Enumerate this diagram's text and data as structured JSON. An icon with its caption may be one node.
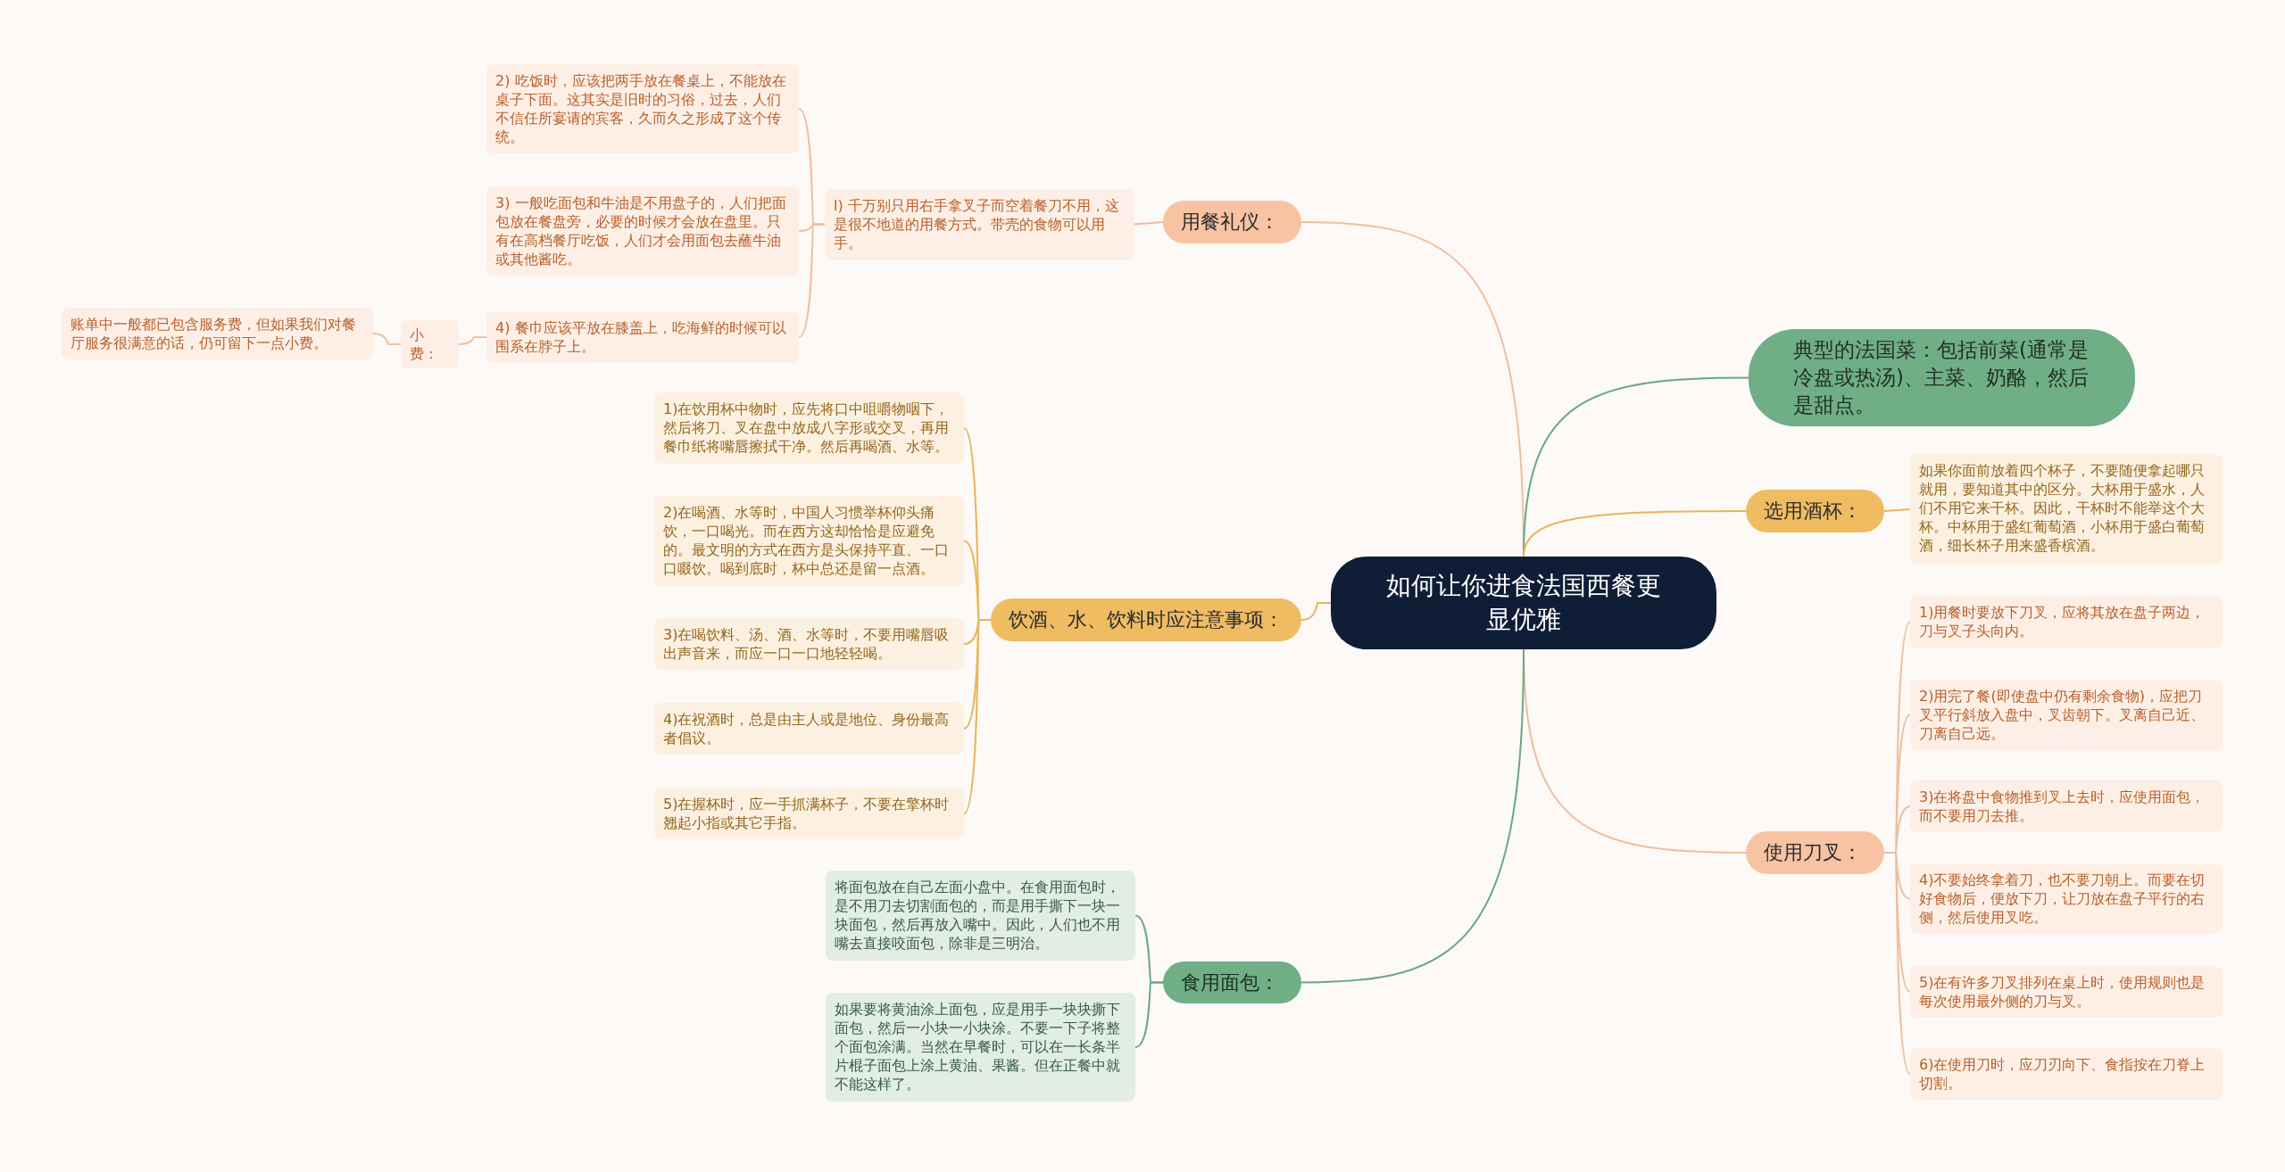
{
  "diagram": {
    "nodes": [
      {
        "text": [
          "如何让你进食法国西餐更显优雅"
        ]
      },
      {
        "text": [
          "用餐礼仪："
        ]
      },
      {
        "text": [
          "l) 千万别只用右手拿叉子而空着餐刀不用，这是很不地道的用餐方式。带壳的食物可以用手。"
        ]
      },
      {
        "text": [
          "2) 吃饭时，应该把两手放在餐桌上，不能放在桌子下面。这其实是旧时的习俗，过去，人们不信任所宴请的宾客，久而久之形成了这个传统。"
        ]
      },
      {
        "text": [
          "3) 一般吃面包和牛油是不用盘子的，人们把面包放在餐盘旁，必要的时候才会放在盘里。只有在高档餐厅吃饭，人们才会用面包去蘸牛油或其他酱吃。"
        ]
      },
      {
        "text": [
          "4) 餐巾应该平放在膝盖上，吃海鲜的时候可以围系在脖子上。"
        ]
      },
      {
        "text": [
          "小费："
        ]
      },
      {
        "text": [
          "账单中一般都已包含服务费，但如果我们对餐厅服务很满意的话，仍可留下一点小费。"
        ]
      },
      {
        "text": [
          "典型的法国菜：包括前菜(通常是冷盘或热汤)、主菜、奶酪，然后是甜点。"
        ]
      },
      {
        "text": [
          "选用酒杯："
        ]
      },
      {
        "text": [
          "如果你面前放着四个杯子，不要随便拿起哪只就用，要知道其中的区分。大杯用于盛水，人们不用它来干杯。因此，干杯时不能举这个大杯。中杯用于盛红葡萄酒，小杯用于盛白葡萄酒，细长杯子用来盛香槟酒。"
        ]
      },
      {
        "text": [
          "饮酒、水、饮料时应注意事项："
        ]
      },
      {
        "text": [
          "1)在饮用杯中物时，应先将口中咀嚼物咽下，然后将刀、叉在盘中放成八字形或交叉，再用餐巾纸将嘴唇擦拭干净。然后再喝酒、水等。"
        ]
      },
      {
        "text": [
          "2)在喝酒、水等时，中国人习惯举杯仰头痛饮，一口喝光。而在西方这却恰恰是应避免的。最文明的方式在西方是头保持平直、一口口啜饮。喝到底时，杯中总还是留一点酒。"
        ]
      },
      {
        "text": [
          "3)在喝饮料、汤、酒、水等时，不要用嘴唇吸出声音来，而应一口一口地轻轻喝。"
        ]
      },
      {
        "text": [
          "4)在祝酒时，总是由主人或是地位、身份最高者倡议。"
        ]
      },
      {
        "text": [
          "5)在握杯时，应一手抓满杯子，不要在擎杯时翘起小指或其它手指。"
        ]
      },
      {
        "text": [
          "使用刀叉："
        ]
      },
      {
        "text": [
          "1)用餐时要放下刀叉，应将其放在盘子两边，刀与叉子头向内。"
        ]
      },
      {
        "text": [
          "2)用完了餐(即使盘中仍有剩余食物)，应把刀叉平行斜放入盘中，叉齿朝下。叉离自己近、刀离自己远。"
        ]
      },
      {
        "text": [
          "3)在将盘中食物推到叉上去时，应使用面包，而不要用刀去推。"
        ]
      },
      {
        "text": [
          "4)不要始终拿着刀，也不要刀朝上。而要在切好食物后，便放下刀，让刀放在盘子平行的右侧，然后使用叉吃。"
        ]
      },
      {
        "text": [
          "5)在有许多刀叉排列在桌上时，使用规则也是每次使用最外侧的刀与叉。"
        ]
      },
      {
        "text": [
          "6)在使用刀时，应刀刃向下、食指按在刀脊上切割。"
        ]
      },
      {
        "text": [
          "食用面包："
        ]
      },
      {
        "text": [
          "将面包放在自己左面小盘中。在食用面包时，是不用刀去切割面包的，而是用手撕下一块一块面包，然后再放入嘴中。因此，人们也不用嘴去直接咬面包，除非是三明治。"
        ]
      },
      {
        "text": [
          "如果要将黄油涂上面包，应是用手一块块撕下面包，然后一小块一小块涂。不要一下子将整个面包涂满。当然在早餐时，可以在一长条半片棍子面包上涂上黄油、果酱。但在正餐中就不能这样了。"
        ]
      }
    ],
    "edges": [
      {
        "from": 0,
        "to": 1,
        "arrow": "none"
      },
      {
        "from": 1,
        "to": 2,
        "arrow": "none"
      },
      {
        "from": 2,
        "to": 3,
        "arrow": "none"
      },
      {
        "from": 2,
        "to": 4,
        "arrow": "none"
      },
      {
        "from": 2,
        "to": 5,
        "arrow": "none"
      },
      {
        "from": 5,
        "to": 6,
        "arrow": "none"
      },
      {
        "from": 6,
        "to": 7,
        "arrow": "none"
      },
      {
        "from": 0,
        "to": 8,
        "arrow": "none",
        "color": "#6aa882"
      },
      {
        "from": 0,
        "to": 9,
        "arrow": "none",
        "color": "#e8b55a"
      },
      {
        "from": 9,
        "to": 10,
        "arrow": "none",
        "color": "#e8b55a"
      },
      {
        "from": 0,
        "to": 11,
        "arrow": "none",
        "color": "#e8b55a"
      },
      {
        "from": 11,
        "to": 12,
        "arrow": "none",
        "color": "#e8b55a"
      },
      {
        "from": 11,
        "to": 13,
        "arrow": "none",
        "color": "#e8b55a"
      },
      {
        "from": 11,
        "to": 14,
        "arrow": "none",
        "color": "#e8b55a"
      },
      {
        "from": 11,
        "to": 15,
        "arrow": "none",
        "color": "#e8b55a"
      },
      {
        "from": 11,
        "to": 16,
        "arrow": "none",
        "color": "#e8b55a"
      },
      {
        "from": 0,
        "to": 17,
        "arrow": "none"
      },
      {
        "from": 17,
        "to": 18,
        "arrow": "none"
      },
      {
        "from": 17,
        "to": 19,
        "arrow": "none"
      },
      {
        "from": 17,
        "to": 20,
        "arrow": "none"
      },
      {
        "from": 17,
        "to": 21,
        "arrow": "none"
      },
      {
        "from": 17,
        "to": 22,
        "arrow": "none"
      },
      {
        "from": 17,
        "to": 23,
        "arrow": "none"
      },
      {
        "from": 0,
        "to": 24,
        "arrow": "none",
        "color": "#6aa882"
      },
      {
        "from": 24,
        "to": 25,
        "arrow": "none",
        "color": "#6aa882"
      },
      {
        "from": 24,
        "to": 26,
        "arrow": "none",
        "color": "#6aa882"
      }
    ]
  }
}
